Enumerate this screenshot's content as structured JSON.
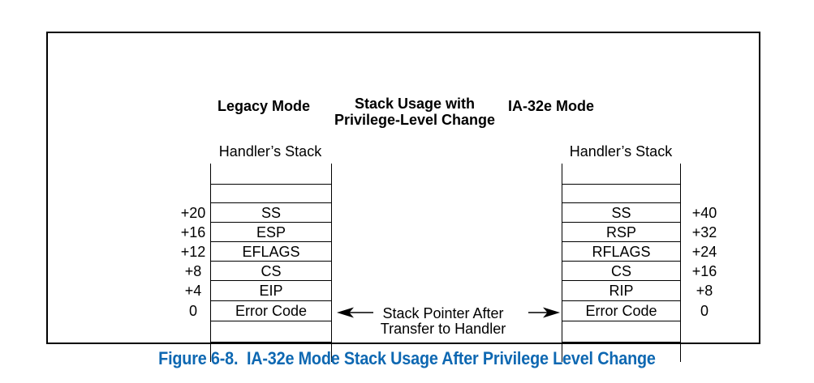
{
  "diagram": {
    "headers": {
      "legacy": "Legacy Mode",
      "middle_line1": "Stack Usage with",
      "middle_line2": "Privilege-Level Change",
      "ia32e": "IA-32e Mode"
    },
    "legacy_stack": {
      "label": "Handler’s Stack",
      "rows": [
        "SS",
        "ESP",
        "EFLAGS",
        "CS",
        "EIP",
        "Error Code"
      ],
      "offsets": [
        "+20",
        "+16",
        "+12",
        "+8",
        "+4",
        "0"
      ]
    },
    "ia32e_stack": {
      "label": "Handler’s Stack",
      "rows": [
        "SS",
        "RSP",
        "RFLAGS",
        "CS",
        "RIP",
        "Error Code"
      ],
      "offsets": [
        "+40",
        "+32",
        "+24",
        "+16",
        "+8",
        "0"
      ]
    },
    "pointer_note": {
      "line1": "Stack Pointer After",
      "line2": "Transfer to Handler"
    },
    "caption": "Figure 6-8.  IA-32e Mode Stack Usage After Privilege Level Change",
    "colors": {
      "caption_blue": "#0e68b2",
      "line_black": "#000000",
      "background": "#ffffff"
    }
  }
}
